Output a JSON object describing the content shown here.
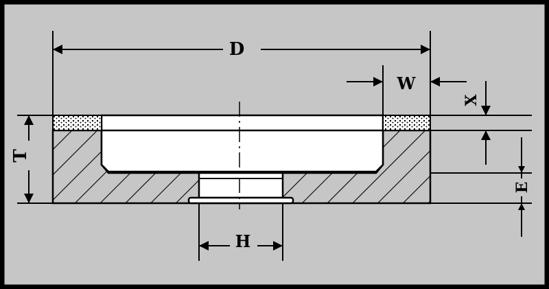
{
  "colors": {
    "background": "#c6c6c6",
    "frame": "#000000",
    "line": "#000000",
    "fill": "#ffffff"
  },
  "labels": {
    "D": "D",
    "W": "W",
    "X": "X",
    "T": "T",
    "E": "E",
    "H": "H"
  }
}
